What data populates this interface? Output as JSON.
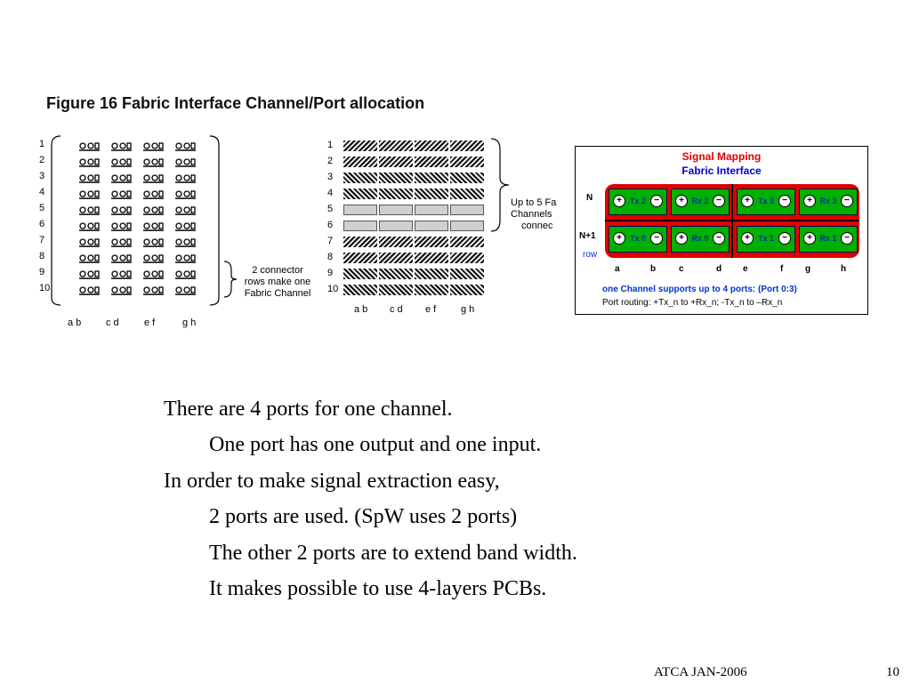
{
  "figure": {
    "title": "Figure 16 Fabric Interface Channel/Port allocation",
    "row_numbers": [
      "1",
      "2",
      "3",
      "4",
      "5",
      "6",
      "7",
      "8",
      "9",
      "10"
    ],
    "left_col_labels": [
      "a b",
      "c d",
      "e f",
      "g h"
    ],
    "mid_col_labels": [
      "a b",
      "c d",
      "e f",
      "g h"
    ],
    "mid_row_numbers": [
      "1",
      "2",
      "3",
      "4",
      "5",
      "6",
      "7",
      "8",
      "9",
      "10"
    ],
    "connector_note": [
      "2 connector",
      "rows make one",
      "Fabric Channel"
    ],
    "up_to_note": [
      "Up to 5 Fa",
      "Channels",
      "connec"
    ]
  },
  "signal_mapping": {
    "title1": "Signal Mapping",
    "title2": "Fabric Interface",
    "row_n": "N",
    "row_n1": "N+1",
    "row_word": "row",
    "ports_top": [
      "Tx 2",
      "Rx 2",
      "Tx 3",
      "Rx 3"
    ],
    "ports_bottom": [
      "Tx 0",
      "Rx 0",
      "Tx 1",
      "Rx 1"
    ],
    "col_letters": [
      "a",
      "b",
      "c",
      "d",
      "e",
      "f",
      "g",
      "h"
    ],
    "line1": "one Channel supports up to 4 ports: (Port 0:3)",
    "line2": "Port routing: +Tx_n to +Rx_n;   -Tx_n to –Rx_n",
    "colors": {
      "title1": "#e00000",
      "title2": "#0000cc",
      "panel": "#e00000",
      "port": "#00b000",
      "note_blue": "#0033cc"
    }
  },
  "body": {
    "lines": [
      "There are 4 ports for one channel.",
      "One port has one output and one input.",
      "In order to make signal extraction easy,",
      "2 ports are used. (SpW uses 2 ports)",
      "The other 2 ports are to extend band width.",
      "It makes possible to use 4-layers PCBs."
    ]
  },
  "footer": {
    "center": "ATCA JAN-2006",
    "page": "10"
  }
}
